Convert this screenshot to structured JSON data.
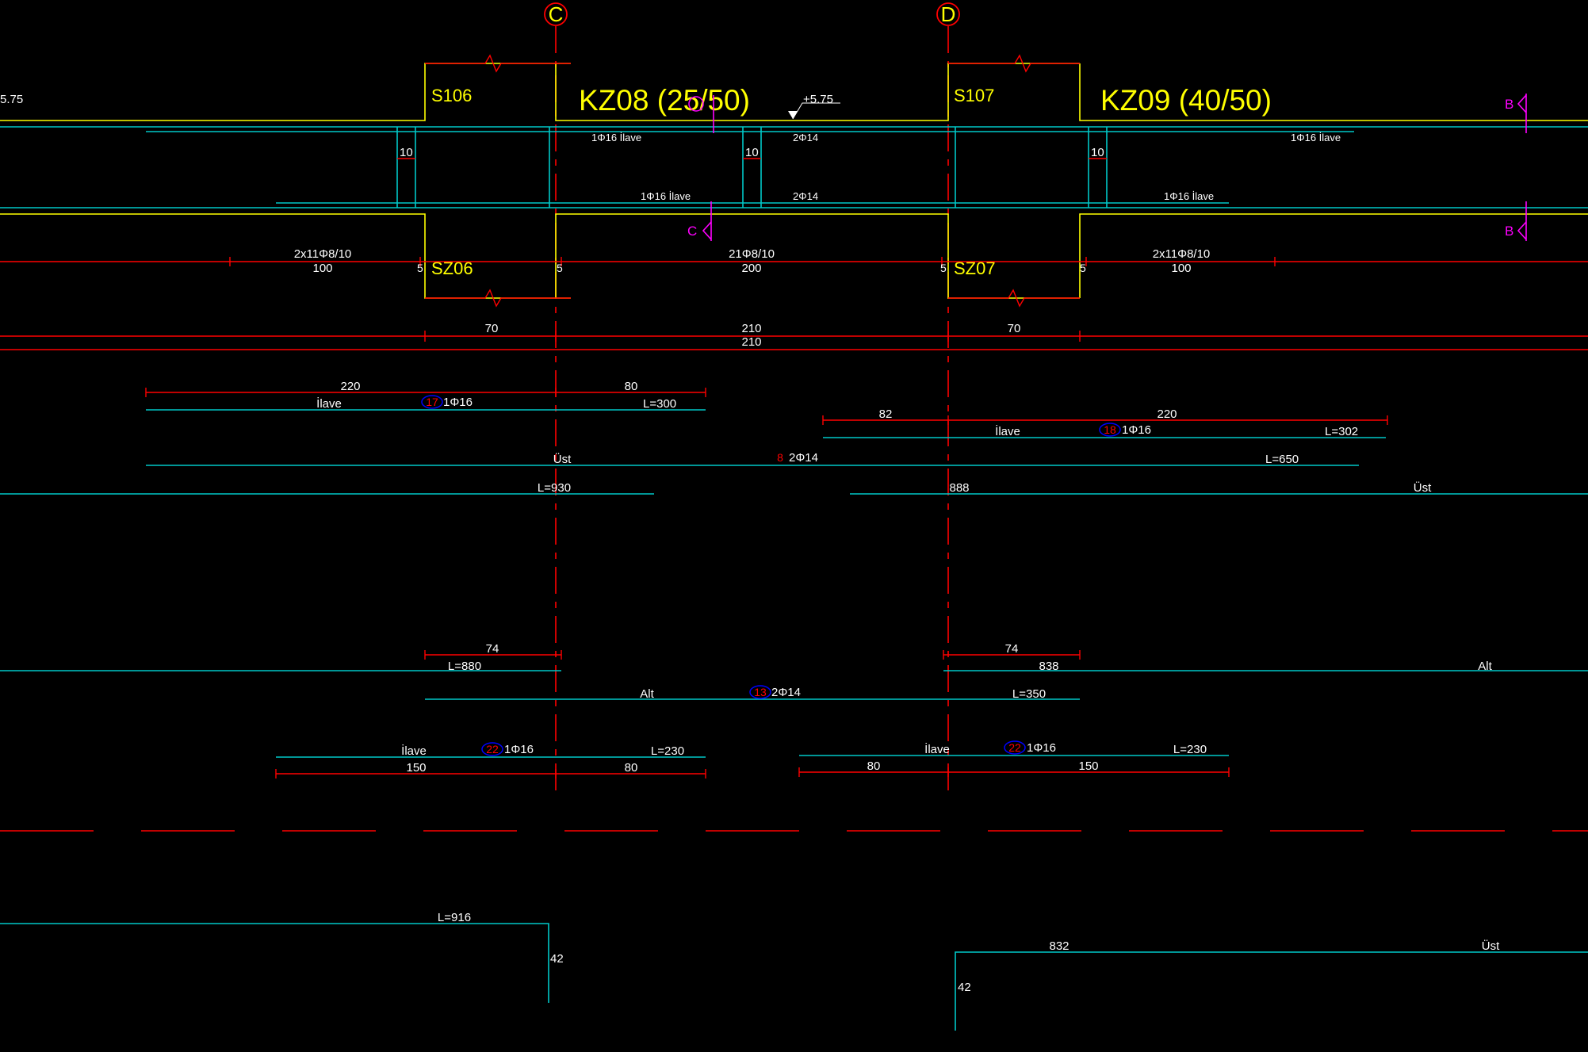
{
  "axes": {
    "c": "C",
    "d": "D"
  },
  "beams": {
    "kz08": "KZ08 (25/50)",
    "kz09": "KZ09 (40/50)",
    "s106": "S106",
    "s107": "S107",
    "sz06": "SZ06",
    "sz07": "SZ07"
  },
  "levels": {
    "left": "5.75",
    "mid": "+5.75"
  },
  "section_marks": {
    "b_top": "B",
    "b_bottom": "B",
    "c_bottom": "C"
  },
  "beam_labels": {
    "ilave_1f16_a": "1Φ16 İlave",
    "ilave_1f16_b": "1Φ16 İlave",
    "ilave_1f16_c": "1Φ16 İlave",
    "ilave_1f16_d": "1Φ16 İlave",
    "top_2f14": "2Φ14",
    "bot_2f14": "2Φ14",
    "w10_a": "10",
    "w10_b": "10",
    "w10_c": "10",
    "stir_left": "2x11Φ8/10",
    "stir_left_len": "100",
    "stir_mid": "21Φ8/10",
    "stir_mid_len": "200",
    "stir_right": "2x11Φ8/10",
    "stir_right_len": "100",
    "five_1": "5",
    "five_2": "5",
    "five_3": "5",
    "five_4": "5"
  },
  "spans": {
    "d70a": "70",
    "d210a": "210",
    "d70b": "70",
    "d210b": "210"
  },
  "bars": {
    "b17": {
      "num": "17",
      "spec": "1Φ16",
      "d1": "220",
      "d2": "80",
      "name": "İlave",
      "len": "L=300"
    },
    "b18": {
      "num": "18",
      "spec": "1Φ16",
      "d1": "82",
      "d2": "220",
      "name": "İlave",
      "len": "L=302"
    },
    "b8": {
      "num": "8",
      "spec": "2Φ14",
      "name": "Üst",
      "len": "L=650"
    },
    "top_left": {
      "len": "L=930"
    },
    "top_right": {
      "len": "888",
      "name": "Üst"
    },
    "bot_left": {
      "d": "74",
      "len": "L=880"
    },
    "bot_right": {
      "d": "74",
      "len": "838",
      "name": "Alt"
    },
    "b13": {
      "num": "13",
      "spec": "2Φ14",
      "name": "Alt",
      "len": "L=350"
    },
    "b22a": {
      "num": "22",
      "spec": "1Φ16",
      "name": "İlave",
      "len": "L=230",
      "d1": "150",
      "d2": "80"
    },
    "b22b": {
      "num": "22",
      "spec": "1Φ16",
      "name": "İlave",
      "len": "L=230",
      "d1": "80",
      "d2": "150"
    },
    "hook_left": {
      "len": "L=916",
      "hook": "42"
    },
    "hook_right": {
      "len": "832",
      "name": "Üst",
      "hook": "42"
    }
  },
  "colors": {
    "background": "#000000",
    "rebar": "#00c8c8",
    "outline": "#ffff00",
    "dimension": "#ff0000",
    "section": "#ff00ff",
    "text": "#ffffff"
  }
}
